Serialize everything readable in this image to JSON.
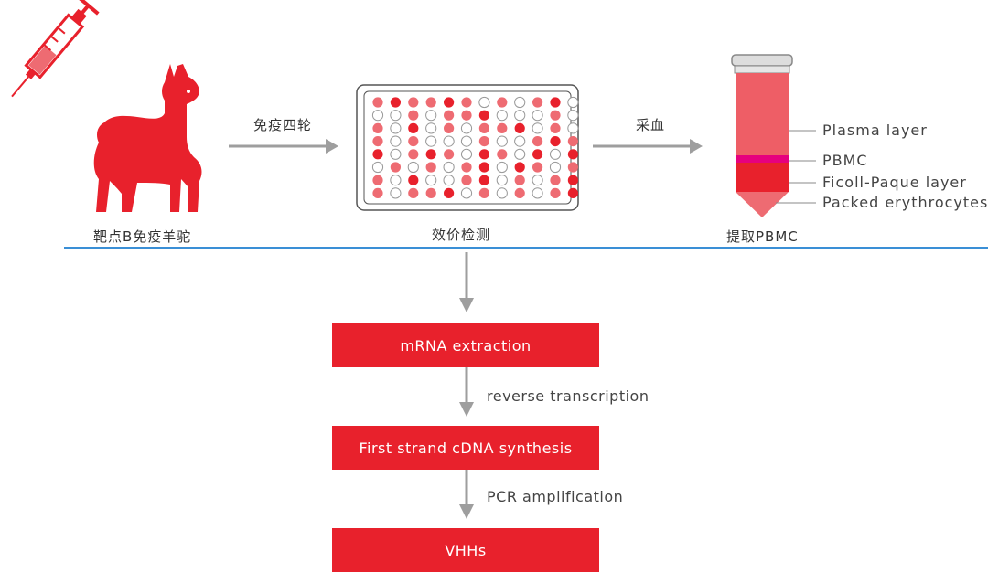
{
  "top": {
    "llama_caption": "靶点B免疫羊驼",
    "arrow1_label": "免疫四轮",
    "plate_caption": "效价检测",
    "arrow2_label": "采血",
    "tube_caption": "提取PBMC"
  },
  "tube_layers": [
    {
      "label": "Plasma layer"
    },
    {
      "label": "PBMC"
    },
    {
      "label": "Ficoll-Paque layer"
    },
    {
      "label": "Packed erythrocytes"
    }
  ],
  "steps": [
    {
      "label": "mRNA extraction"
    },
    {
      "label": "First strand cDNA synthesis"
    },
    {
      "label": "VHHs"
    }
  ],
  "step_arrows": [
    {
      "label": "reverse transcription"
    },
    {
      "label": "PCR  amplification"
    }
  ],
  "plate": {
    "rows": 8,
    "cols": 12,
    "wells": [
      "pdppdpwpwpdw",
      "wwpwppdwwwpw",
      "pwdwpwppdwpw",
      "pwpwwwpwwpdp",
      "dwpdpwdpwdwd",
      "wpwpwpdwdpwp",
      "pwdwwpdwpwpd",
      "pwppdwpwpwpd"
    ],
    "colors": {
      "d": "#e8212c",
      "p": "#ee6b72",
      "w": "#ffffff"
    }
  },
  "colors": {
    "brand_red": "#e8212c",
    "plasma": "#ee5e66",
    "pbmc": "#e6007e",
    "ficoll": "#e8212c",
    "divider": "#3a8fd6",
    "arrow_gray": "#9e9e9e"
  }
}
